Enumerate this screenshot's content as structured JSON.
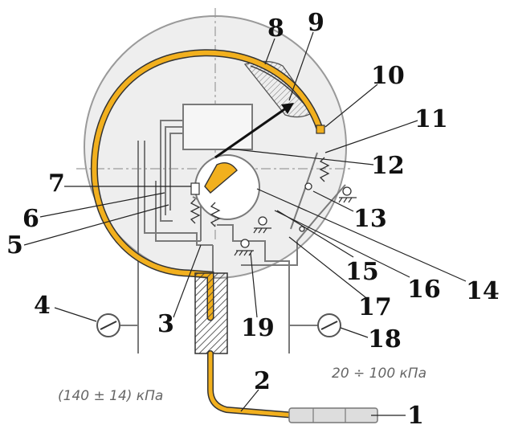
{
  "diagram": {
    "labels": [
      {
        "id": "1",
        "text": "1"
      },
      {
        "id": "2",
        "text": "2"
      },
      {
        "id": "3",
        "text": "3"
      },
      {
        "id": "4",
        "text": "4"
      },
      {
        "id": "5",
        "text": "5"
      },
      {
        "id": "6",
        "text": "6"
      },
      {
        "id": "7",
        "text": "7"
      },
      {
        "id": "8",
        "text": "8"
      },
      {
        "id": "9",
        "text": "9"
      },
      {
        "id": "10",
        "text": "10"
      },
      {
        "id": "11",
        "text": "11"
      },
      {
        "id": "12",
        "text": "12"
      },
      {
        "id": "13",
        "text": "13"
      },
      {
        "id": "14",
        "text": "14"
      },
      {
        "id": "15",
        "text": "15"
      },
      {
        "id": "16",
        "text": "16"
      },
      {
        "id": "17",
        "text": "17"
      },
      {
        "id": "18",
        "text": "18"
      },
      {
        "id": "19",
        "text": "19"
      }
    ],
    "pressure_left": "(140 ± 14) кПа",
    "pressure_right": "20 ÷ 100 кПа",
    "colors": {
      "bourdon_tube": "#f2b01e",
      "dial_fill": "#eeeeee",
      "dial_stroke": "#9a9a9a",
      "lines": "#7a7a7a",
      "ink": "#111111"
    }
  }
}
